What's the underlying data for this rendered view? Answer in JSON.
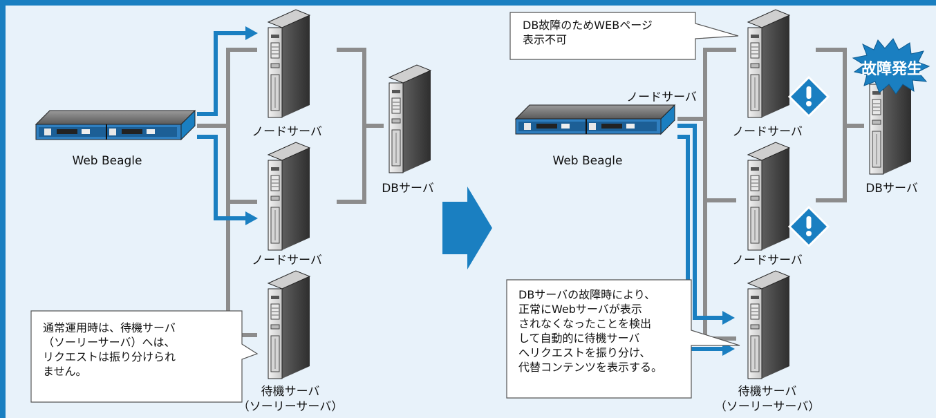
{
  "left": {
    "web_beagle": "Web Beagle",
    "node_server_1": "ノードサーバ",
    "node_server_2": "ノードサーバ",
    "db_server": "DBサーバ",
    "standby_line1": "待機サーバ",
    "standby_line2": "（ソーリーサーバ）",
    "callout": "通常運用時は、待機サーバ\n（ソーリーサーバ）へは、\nリクエストは振り分けられ\nません。"
  },
  "right": {
    "web_beagle": "Web Beagle",
    "node_server_top": "ノードサーバ",
    "node_server_1": "ノードサーバ",
    "node_server_2": "ノードサーバ",
    "db_server": "DBサーバ",
    "standby_line1": "待機サーバ",
    "standby_line2": "（ソーリーサーバ）",
    "failure_badge": "故障発生",
    "callout_top": "DB故障のためWEBページ\n表示不可",
    "callout_bottom": "DBサーバの故障時により、\n正常にWebサーバが表示\nされなくなったことを検出\nして自動的に待機サーバ\nへリクエストを振り分け、\n代替コンテンツを表示する。"
  },
  "colors": {
    "accent_blue": "#1a7fc1",
    "line_gray": "#8c8c8c",
    "background": "#e8f2fa"
  }
}
